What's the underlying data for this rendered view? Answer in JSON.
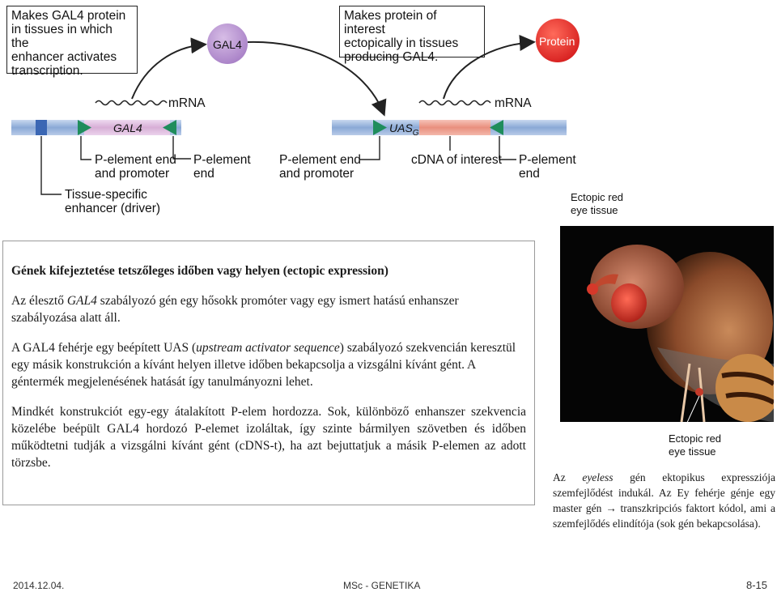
{
  "diagram": {
    "box_left": [
      "Makes GAL4 protein",
      "in tissues in which the",
      "enhancer activates",
      "transcription."
    ],
    "box_right": [
      "Makes protein of interest",
      "ectopically in tissues",
      "producing GAL4."
    ],
    "gal4_circle": "GAL4",
    "protein_circle": "Protein",
    "mrna_left": "mRNA",
    "mrna_right": "mRNA",
    "gene_gal4": "GAL4",
    "gene_uas": "UAS",
    "gene_uas_sub": "G",
    "labels": {
      "p_end_promoter_1": [
        "P-element end",
        "and promoter"
      ],
      "p_end_1": [
        "P-element",
        "end"
      ],
      "p_end_promoter_2": [
        "P-element end",
        "and promoter"
      ],
      "cdna": "cDNA of interest",
      "p_end_2": [
        "P-element",
        "end"
      ],
      "tissue_specific": [
        "Tissue-specific",
        "enhancer (driver)"
      ]
    },
    "colors": {
      "dna_blue": "#8aa9d6",
      "gal4_pink": "#dbb4d9",
      "cdna_salmon": "#e98f7e",
      "arrow_green": "#1f8d5c",
      "gal4_purple": "#b58fcf",
      "protein_red": "#e32b2b"
    }
  },
  "photo": {
    "label_top": [
      "Ectopic red",
      "eye tissue"
    ],
    "label_bottom": [
      "Ectopic red",
      "eye tissue"
    ]
  },
  "textbox": {
    "heading": "Gének kifejeztetése tetszőleges időben vagy helyen (ectopic expression)",
    "p1_a": "Az élesztő ",
    "p1_italic": "GAL4",
    "p1_b": " szabályozó gén egy hősokk promóter vagy egy ismert hatású enhanszer szabályozása alatt áll.",
    "p2_a": "A GAL4 fehérje egy beépített UAS (",
    "p2_italic": "upstream activator sequence",
    "p2_b": ") szabályozó szekvencián keresztül egy másik konstrukción a kívánt helyen illetve időben bekapcsolja a vizsgálni kívánt gént. A géntermék megjelenésének hatását így tanulmányozni lehet.",
    "p3": "Mindkét konstrukciót egy-egy átalakított P-elem hordozza. Sok, különböző enhanszer szekvencia közelébe beépült GAL4 hordozó P-elemet izoláltak, így szinte bármilyen szövetben és időben működtetni tudják a vizsgálni kívánt gént (cDNS-t), ha azt bejuttatjuk a másik P-elemen az adott törzsbe."
  },
  "caption": {
    "a": "Az ",
    "italic": "eyeless",
    "b": " gén ektopikus expressziója szemfejlődést indukál. Az Ey fehérje génje egy master gén ",
    "arrow": "→",
    "c": " transzkripciós faktort kódol, ami a szemfejlődés elindítója (sok gén bekapcsolása)."
  },
  "footer": {
    "date": "2014.12.04.",
    "course": "MSc - GENETIKA",
    "page": "8-15"
  }
}
